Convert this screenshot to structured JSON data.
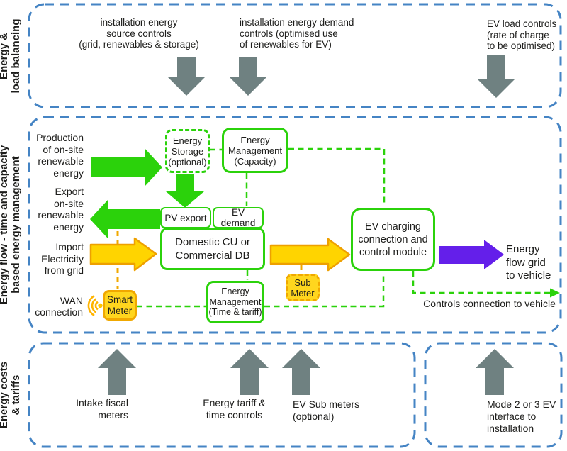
{
  "top_band": {
    "side_label": "Energy &\nload balancing",
    "source_controls": "installation energy\nsource controls\n(grid, renewables & storage)",
    "demand_controls": "installation energy demand\ncontrols (optimised use\nof renewables for EV)",
    "ev_load_controls": "EV load controls\n(rate of charge\nto be optimised)"
  },
  "middle_band": {
    "side_label": "Energy flow - time and capacity\nbased energy management",
    "production_label": "Production\nof on-site\nrenewable\nenergy",
    "export_label": "Export\non-site\nrenewable\nenergy",
    "import_label": "Import\nElectricity\nfrom grid",
    "wan_label": "WAN\nconnection",
    "boxes": {
      "energy_storage": "Energy\nStorage\n(optional)",
      "em_capacity": "Energy\nManagement\n(Capacity)",
      "pv_export": "PV export",
      "ev_demand": "EV demand",
      "domestic_cu": "Domestic CU or\nCommercial DB",
      "em_time_tariff": "Energy\nManagement\n(Time & tariff)",
      "smart_meter": "Smart\nMeter",
      "sub_meter": "Sub\nMeter",
      "ev_charging": "EV charging\nconnection and\ncontrol module"
    },
    "energy_flow_grid_label": "Energy\nflow grid\nto vehicle",
    "controls_connection_label": "Controls connection to vehicle"
  },
  "bottom_band": {
    "side_label": "Energy costs\n& tariffs",
    "intake_fiscal": "Intake fiscal\nmeters",
    "energy_tariff": "Energy tariff &\ntime controls",
    "ev_sub_meters": "EV Sub meters\n(optional)",
    "mode_interface": "Mode 2 or 3 EV\ninterface to\ninstallation"
  },
  "colors": {
    "band_border_blue": "#4584c4",
    "green": "#2bd20b",
    "yellow_fill": "#ffd400",
    "yellow_box_fill": "#ffd61e",
    "orange_border": "#f0a800",
    "gray_arrow": "#6f8181",
    "purple": "#641fea",
    "text": "#1d1d1b"
  }
}
